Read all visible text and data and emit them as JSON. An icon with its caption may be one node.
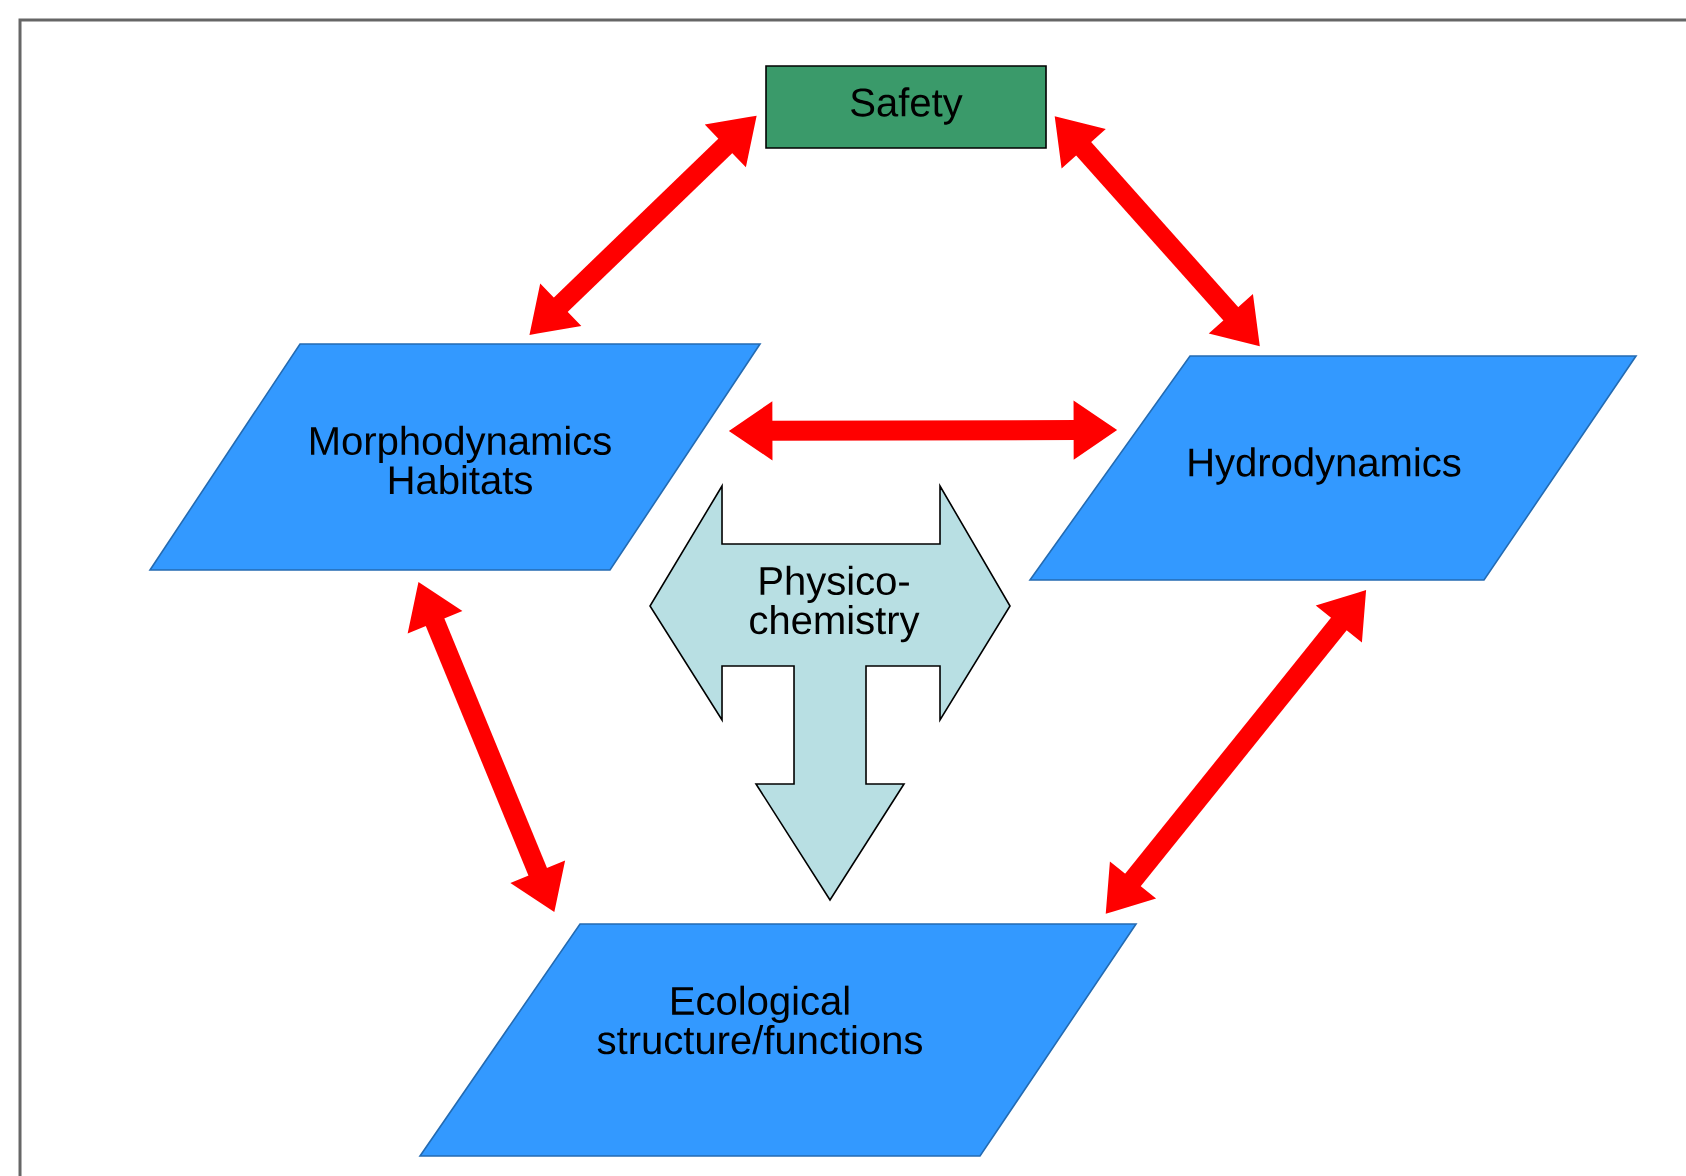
{
  "diagram": {
    "nodes": [
      {
        "text": [
          "Safety"
        ]
      },
      {
        "text": [
          "Morphodynamics Habitats"
        ]
      },
      {
        "text": [
          "Hydrodynamics"
        ]
      },
      {
        "text": [
          "Physico- chemistry"
        ]
      },
      {
        "text": [
          "Ecological structure/functions"
        ]
      }
    ],
    "edges": [
      {
        "from": 0,
        "to": 1,
        "arrow": "both"
      },
      {
        "from": 0,
        "to": 2,
        "arrow": "both"
      },
      {
        "from": 1,
        "to": 2,
        "arrow": "both"
      },
      {
        "from": 1,
        "to": 4,
        "arrow": "both"
      },
      {
        "from": 2,
        "to": 4,
        "arrow": "both"
      }
    ]
  }
}
